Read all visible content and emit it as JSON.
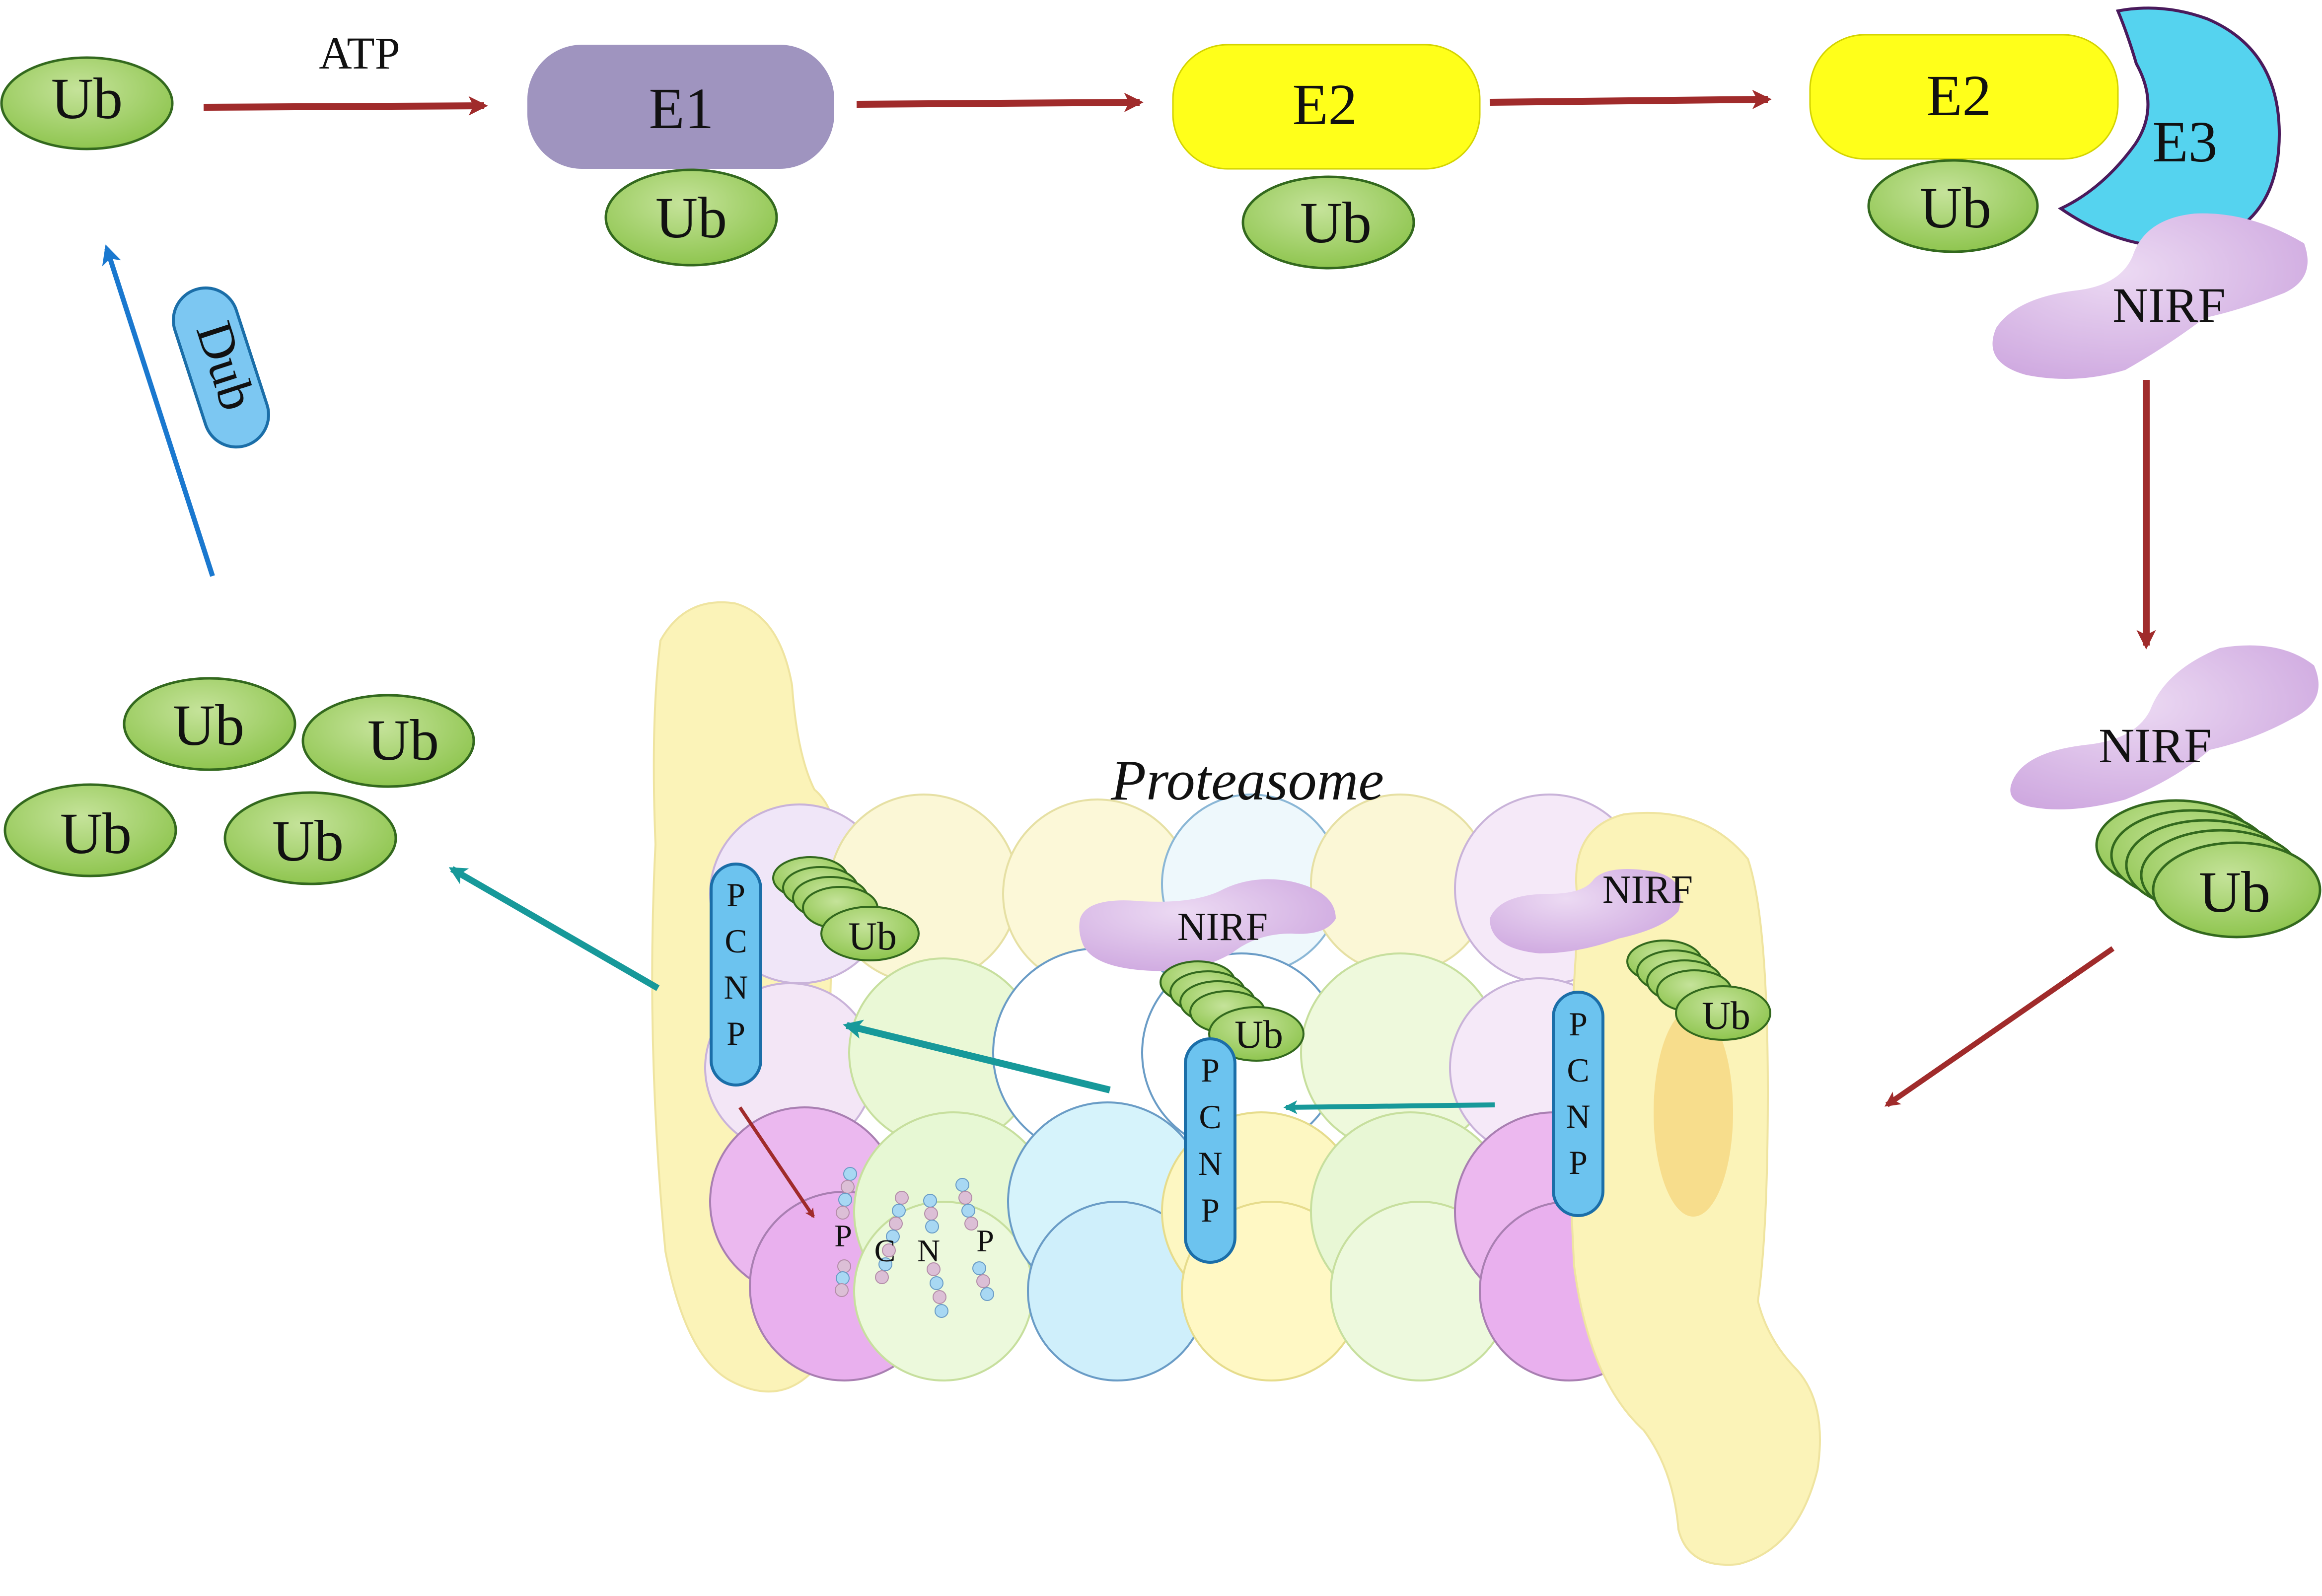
{
  "labels": {
    "ub": "Ub",
    "atp": "ATP",
    "e1": "E1",
    "e2": "E2",
    "e3": "E3",
    "nirf": "NIRF",
    "dub": "Dub",
    "proteasome": "Proteasome",
    "pcnp_letters": [
      "P",
      "C",
      "N",
      "P"
    ]
  },
  "colors": {
    "ub_fill": "#9ccc65",
    "ub_stroke": "#33691e",
    "e1_fill": "#9f94bf",
    "e2_fill": "#ffff1a",
    "e3_fill": "#55d3ef",
    "e3_stroke": "#4a1a5c",
    "nirf_fill": "#d7b6e4",
    "pcnp_fill": "#6cc3ef",
    "pcnp_stroke": "#1b6ea8",
    "dub_fill": "#7cc7f2",
    "red_arrow": "#a02b2b",
    "teal_arrow": "#17999a",
    "blue_arrow": "#1a78cf",
    "proteasome_cap": "#fbf3b8"
  }
}
